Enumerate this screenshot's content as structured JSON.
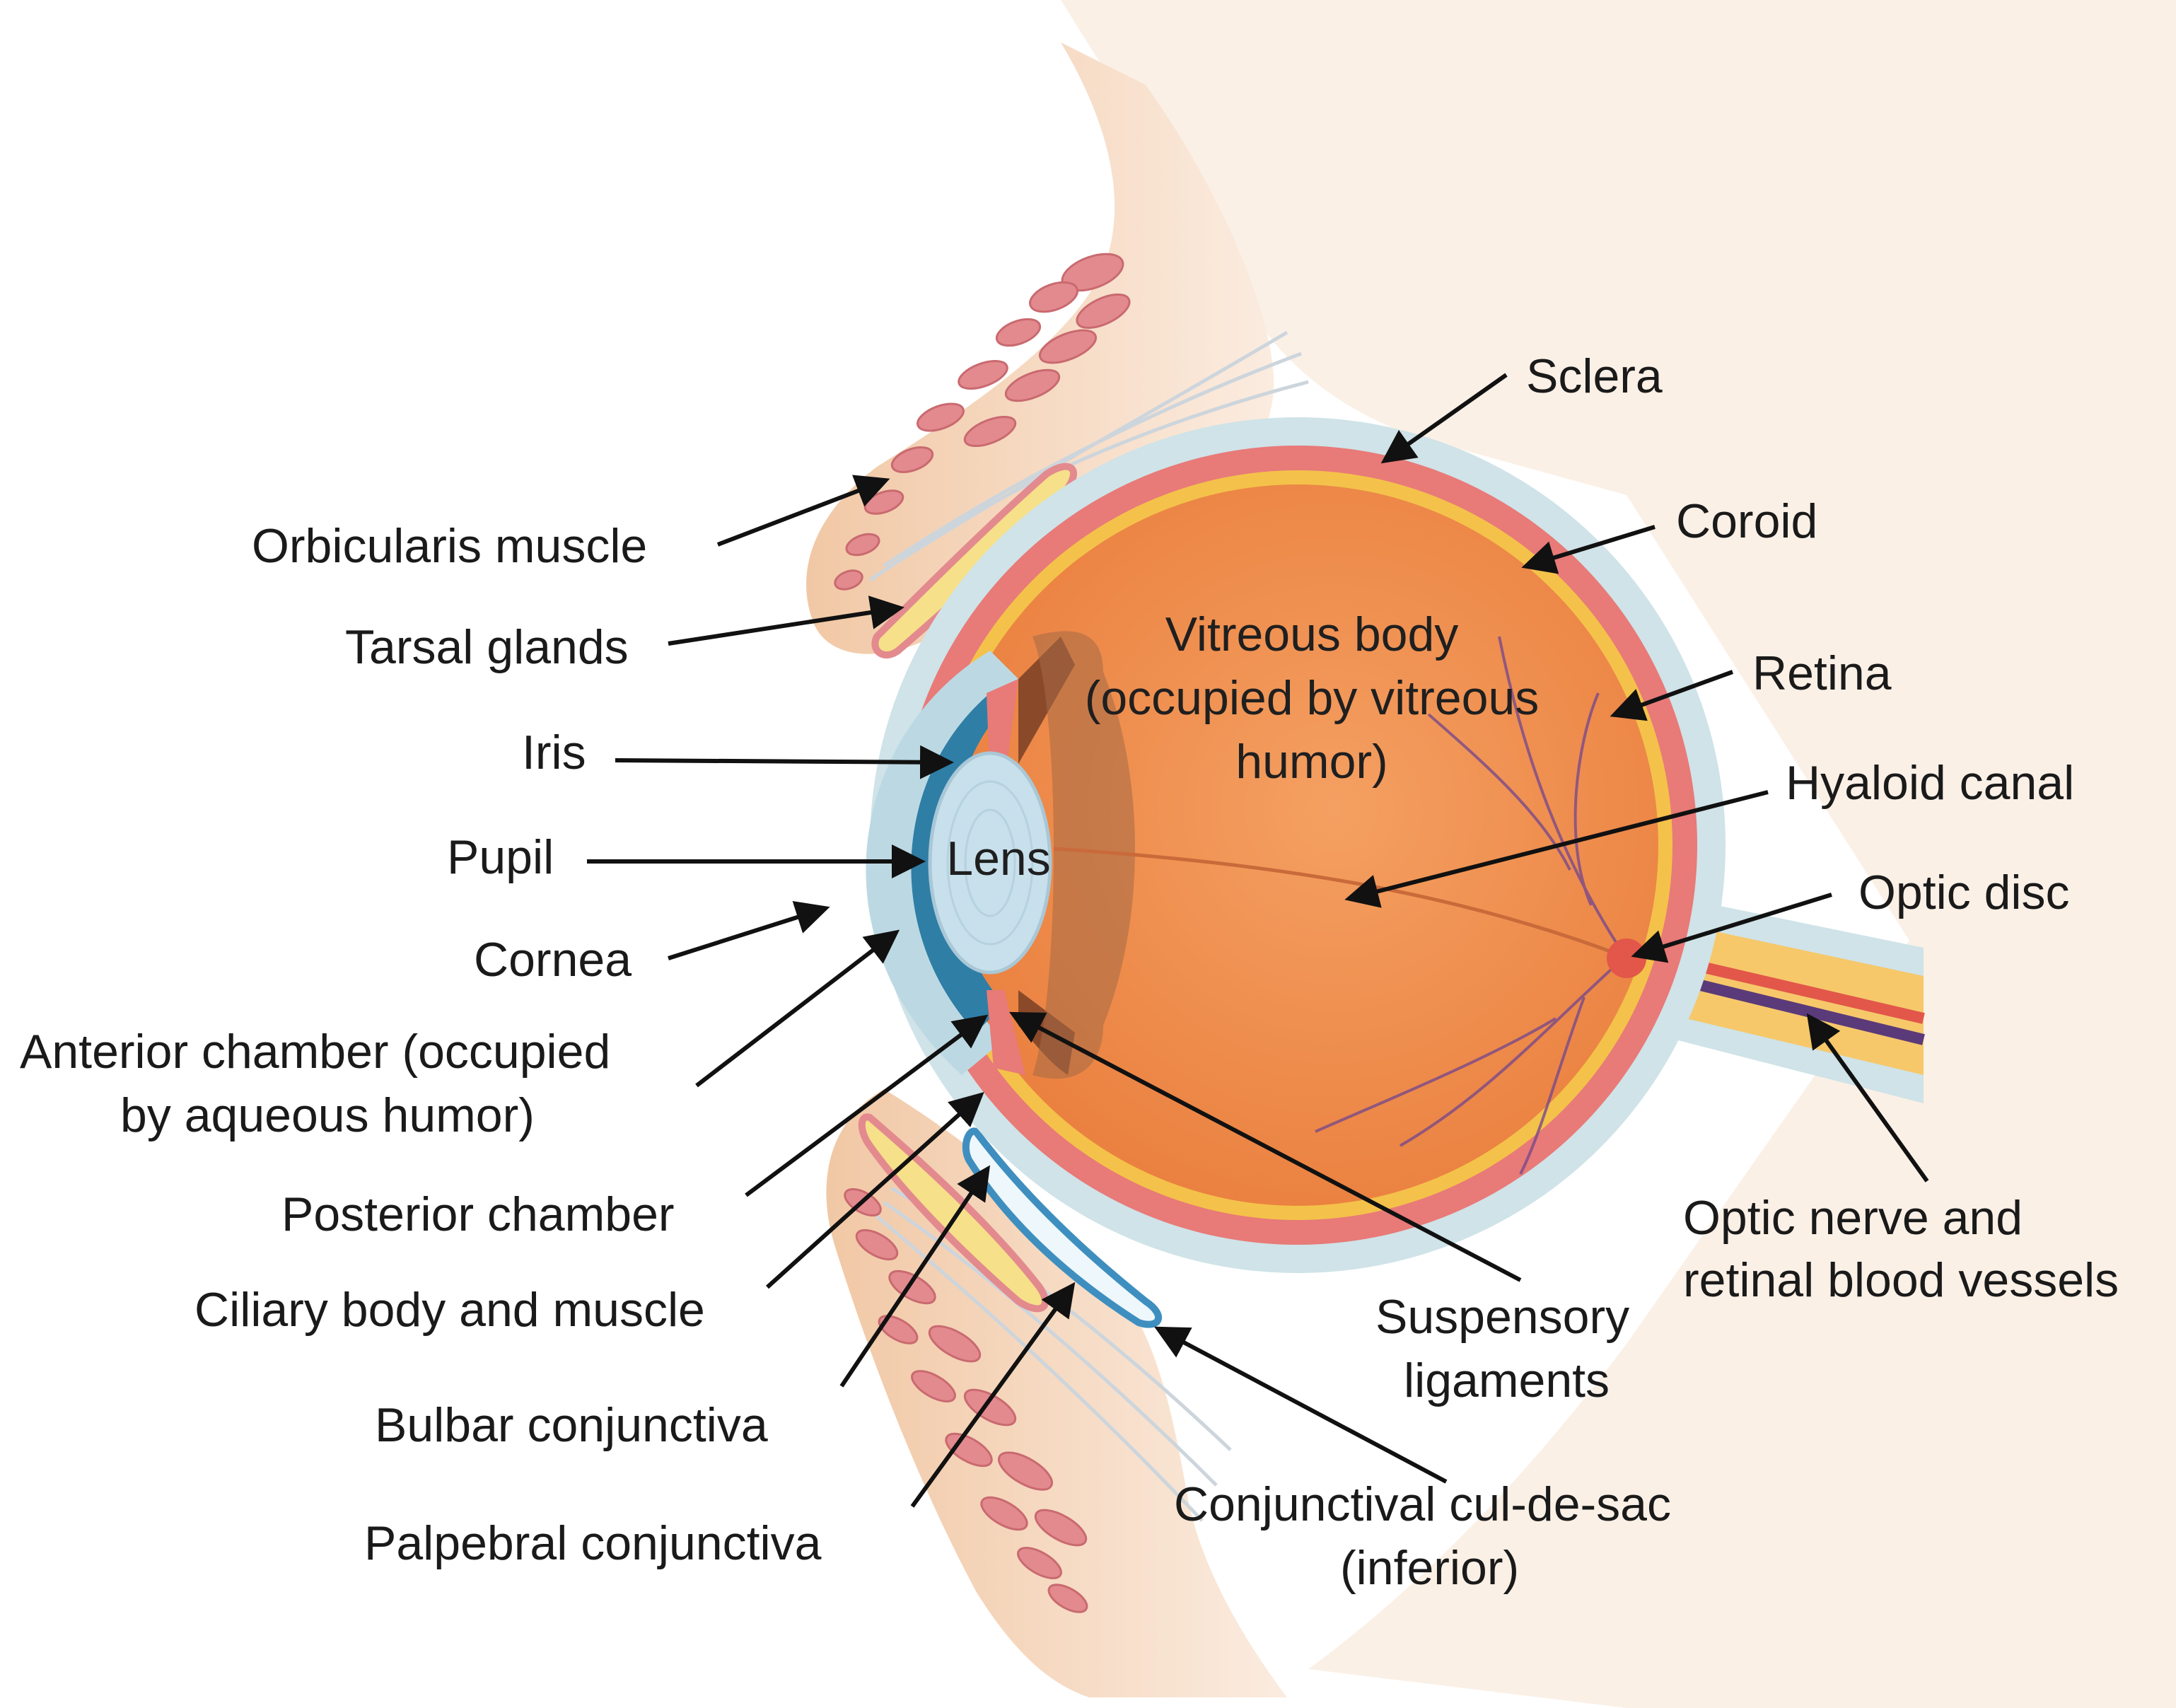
{
  "diagram": {
    "labels": {
      "sclera": "Sclera",
      "coroid": "Coroid",
      "retina": "Retina",
      "hyaloid_canal": "Hyaloid canal",
      "optic_disc": "Optic disc",
      "optic_nerve": [
        "Optic nerve and",
        "retinal blood vessels"
      ],
      "orbicularis_muscle": "Orbicularis muscle",
      "tarsal_glands": "Tarsal glands",
      "iris": "Iris",
      "pupil": "Pupil",
      "cornea": "Cornea",
      "anterior_chamber": [
        "Anterior chamber (occupied",
        "by aqueous humor)"
      ],
      "posterior_chamber": "Posterior chamber",
      "ciliary_body": "Ciliary body and muscle",
      "bulbar_conjunctiva": "Bulbar conjunctiva",
      "palpebral_conjunctiva": "Palpebral conjunctiva",
      "suspensory_ligaments": [
        "Suspensory",
        "ligaments"
      ],
      "conjunctival_cul_de_sac": [
        "Conjunctival cul-de-sac",
        "(inferior)"
      ],
      "vitreous_body": [
        "Vitreous body",
        "(occupied by vitreous",
        "humor)"
      ],
      "lens": "Lens"
    },
    "colors": {
      "skin": "#f6d9bf",
      "sclera": "#cfe3e8",
      "choroid": "#e87a78",
      "retina": "#f4c24a",
      "vitreous": "#ef8a45",
      "lens": "#c7e0ec",
      "cornea": "#bcd9e3",
      "anterior_chamber": "#2f7ea6",
      "conjunctiva": "#3e8fbf",
      "muscle": "#e38a8e",
      "gland": "#f6e089",
      "optic_nerve": "#f6c86a",
      "vessel": "#5b3a7a",
      "arrow": "#111111"
    }
  }
}
